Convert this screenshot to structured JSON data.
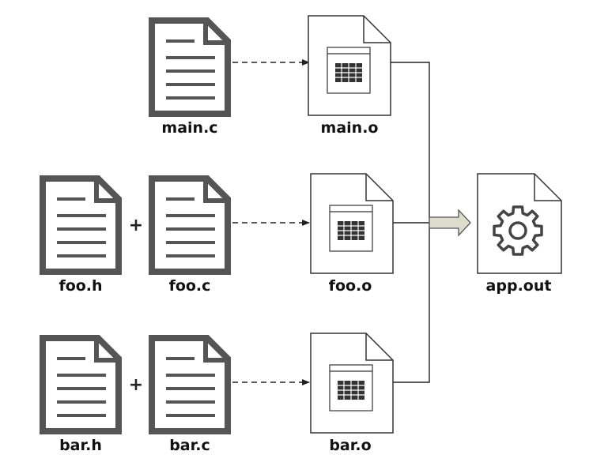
{
  "colors": {
    "source_stroke": "#555555",
    "object_stroke": "#333333",
    "arrow": "#222222",
    "merge_arrow_fill": "#dcdccc"
  },
  "icons": {
    "source": "text-document-icon",
    "object": "object-file-table-icon",
    "executable": "gear-file-icon"
  },
  "rows": [
    {
      "header": null,
      "source": {
        "label": "main.c"
      },
      "object": {
        "label": "main.o"
      }
    },
    {
      "header": {
        "label": "foo.h"
      },
      "plus": "+",
      "source": {
        "label": "foo.c"
      },
      "object": {
        "label": "foo.o"
      }
    },
    {
      "header": {
        "label": "bar.h"
      },
      "plus": "+",
      "source": {
        "label": "bar.c"
      },
      "object": {
        "label": "bar.o"
      }
    }
  ],
  "output": {
    "label": "app.out"
  }
}
